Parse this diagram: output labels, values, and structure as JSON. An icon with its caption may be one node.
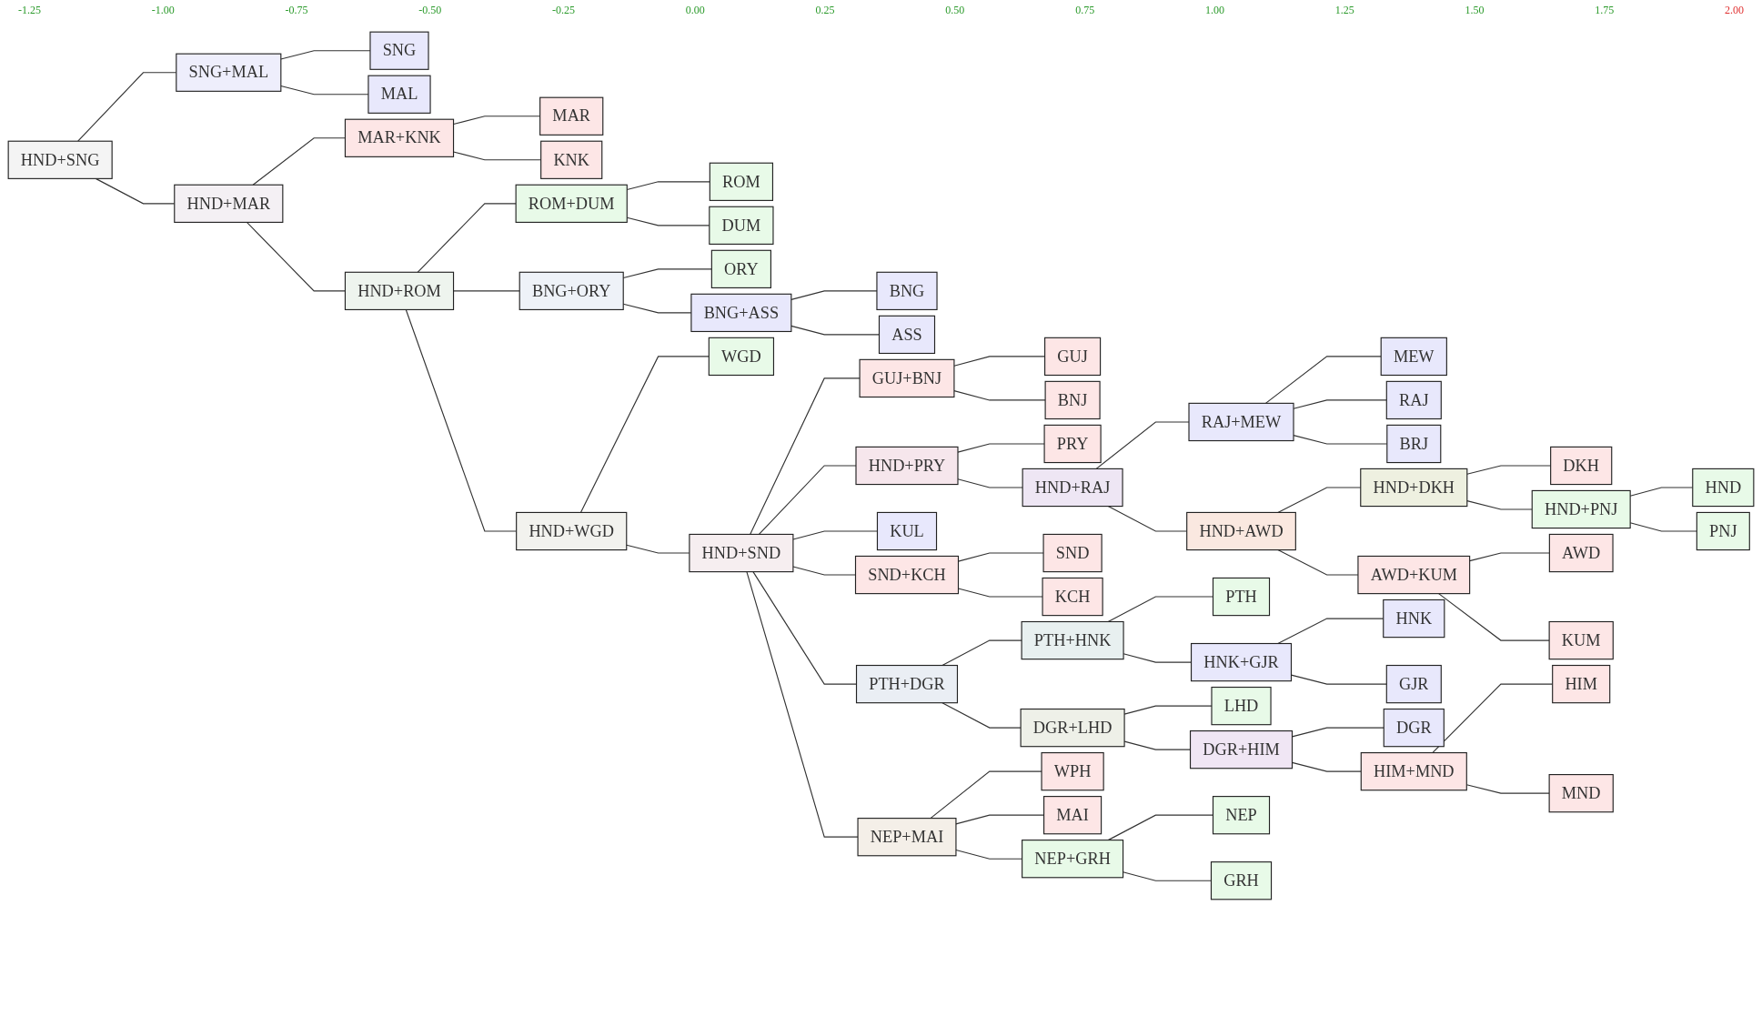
{
  "diagram": {
    "nodes": [
      {
        "text": [
          "HND+SNG"
        ]
      },
      {
        "text": [
          "SNG+MAL"
        ]
      },
      {
        "text": [
          "HND+MAR"
        ]
      },
      {
        "text": [
          "MAR+KNK"
        ]
      },
      {
        "text": [
          "HND+ROM"
        ]
      },
      {
        "text": [
          "ROM+DUM"
        ]
      },
      {
        "text": [
          "BNG+ORY"
        ]
      },
      {
        "text": [
          "BNG+ASS"
        ]
      },
      {
        "text": [
          "HND+WGD"
        ]
      },
      {
        "text": [
          "HND+SND"
        ]
      },
      {
        "text": [
          "GUJ+BNJ"
        ]
      },
      {
        "text": [
          "HND+PRY"
        ]
      },
      {
        "text": [
          "HND+RAJ"
        ]
      },
      {
        "text": [
          "RAJ+MEW"
        ]
      },
      {
        "text": [
          "HND+AWD"
        ]
      },
      {
        "text": [
          "HND+DKH"
        ]
      },
      {
        "text": [
          "HND+PNJ"
        ]
      },
      {
        "text": [
          "AWD+KUM"
        ]
      },
      {
        "text": [
          "SND+KCH"
        ]
      },
      {
        "text": [
          "PTH+DGR"
        ]
      },
      {
        "text": [
          "PTH+HNK"
        ]
      },
      {
        "text": [
          "HNK+GJR"
        ]
      },
      {
        "text": [
          "DGR+LHD"
        ]
      },
      {
        "text": [
          "DGR+HIM"
        ]
      },
      {
        "text": [
          "HIM+MND"
        ]
      },
      {
        "text": [
          "NEP+MAI"
        ]
      },
      {
        "text": [
          "NEP+GRH"
        ]
      },
      {
        "text": [
          "SNG"
        ]
      },
      {
        "text": [
          "MAL"
        ]
      },
      {
        "text": [
          "MAR"
        ]
      },
      {
        "text": [
          "KNK"
        ]
      },
      {
        "text": [
          "ROM"
        ]
      },
      {
        "text": [
          "DUM"
        ]
      },
      {
        "text": [
          "ORY"
        ]
      },
      {
        "text": [
          "BNG"
        ]
      },
      {
        "text": [
          "ASS"
        ]
      },
      {
        "text": [
          "WGD"
        ]
      },
      {
        "text": [
          "GUJ"
        ]
      },
      {
        "text": [
          "BNJ"
        ]
      },
      {
        "text": [
          "PRY"
        ]
      },
      {
        "text": [
          "MEW"
        ]
      },
      {
        "text": [
          "RAJ"
        ]
      },
      {
        "text": [
          "BRJ"
        ]
      },
      {
        "text": [
          "DKH"
        ]
      },
      {
        "text": [
          "HND"
        ]
      },
      {
        "text": [
          "PNJ"
        ]
      },
      {
        "text": [
          "AWD"
        ]
      },
      {
        "text": [
          "KUM"
        ]
      },
      {
        "text": [
          "KUL"
        ]
      },
      {
        "text": [
          "SND"
        ]
      },
      {
        "text": [
          "KCH"
        ]
      },
      {
        "text": [
          "PTH"
        ]
      },
      {
        "text": [
          "HNK"
        ]
      },
      {
        "text": [
          "GJR"
        ]
      },
      {
        "text": [
          "LHD"
        ]
      },
      {
        "text": [
          "DGR"
        ]
      },
      {
        "text": [
          "HIM"
        ]
      },
      {
        "text": [
          "MND"
        ]
      },
      {
        "text": [
          "WPH"
        ]
      },
      {
        "text": [
          "MAI"
        ]
      },
      {
        "text": [
          "NEP"
        ]
      },
      {
        "text": [
          "GRH"
        ]
      }
    ],
    "edges": [
      {
        "from": 0,
        "to": 1,
        "arrow": "none"
      },
      {
        "from": 0,
        "to": 2,
        "arrow": "none"
      },
      {
        "from": 1,
        "to": 27,
        "arrow": "none"
      },
      {
        "from": 1,
        "to": 28,
        "arrow": "none"
      },
      {
        "from": 2,
        "to": 3,
        "arrow": "none"
      },
      {
        "from": 2,
        "to": 4,
        "arrow": "none"
      },
      {
        "from": 3,
        "to": 29,
        "arrow": "none"
      },
      {
        "from": 3,
        "to": 30,
        "arrow": "none"
      },
      {
        "from": 4,
        "to": 5,
        "arrow": "none"
      },
      {
        "from": 4,
        "to": 6,
        "arrow": "none"
      },
      {
        "from": 4,
        "to": 8,
        "arrow": "none"
      },
      {
        "from": 5,
        "to": 31,
        "arrow": "none"
      },
      {
        "from": 5,
        "to": 32,
        "arrow": "none"
      },
      {
        "from": 6,
        "to": 33,
        "arrow": "none"
      },
      {
        "from": 6,
        "to": 7,
        "arrow": "none"
      },
      {
        "from": 7,
        "to": 34,
        "arrow": "none"
      },
      {
        "from": 7,
        "to": 35,
        "arrow": "none"
      },
      {
        "from": 8,
        "to": 36,
        "arrow": "none"
      },
      {
        "from": 8,
        "to": 9,
        "arrow": "none"
      },
      {
        "from": 9,
        "to": 10,
        "arrow": "none"
      },
      {
        "from": 9,
        "to": 11,
        "arrow": "none"
      },
      {
        "from": 9,
        "to": 48,
        "arrow": "none"
      },
      {
        "from": 9,
        "to": 18,
        "arrow": "none"
      },
      {
        "from": 9,
        "to": 19,
        "arrow": "none"
      },
      {
        "from": 9,
        "to": 25,
        "arrow": "none"
      },
      {
        "from": 10,
        "to": 37,
        "arrow": "none"
      },
      {
        "from": 10,
        "to": 38,
        "arrow": "none"
      },
      {
        "from": 11,
        "to": 39,
        "arrow": "none"
      },
      {
        "from": 11,
        "to": 12,
        "arrow": "none"
      },
      {
        "from": 12,
        "to": 13,
        "arrow": "none"
      },
      {
        "from": 12,
        "to": 14,
        "arrow": "none"
      },
      {
        "from": 13,
        "to": 40,
        "arrow": "none"
      },
      {
        "from": 13,
        "to": 41,
        "arrow": "none"
      },
      {
        "from": 13,
        "to": 42,
        "arrow": "none"
      },
      {
        "from": 14,
        "to": 15,
        "arrow": "none"
      },
      {
        "from": 14,
        "to": 17,
        "arrow": "none"
      },
      {
        "from": 15,
        "to": 43,
        "arrow": "none"
      },
      {
        "from": 15,
        "to": 16,
        "arrow": "none"
      },
      {
        "from": 16,
        "to": 44,
        "arrow": "none"
      },
      {
        "from": 16,
        "to": 45,
        "arrow": "none"
      },
      {
        "from": 17,
        "to": 46,
        "arrow": "none"
      },
      {
        "from": 17,
        "to": 47,
        "arrow": "none"
      },
      {
        "from": 18,
        "to": 49,
        "arrow": "none"
      },
      {
        "from": 18,
        "to": 50,
        "arrow": "none"
      },
      {
        "from": 19,
        "to": 20,
        "arrow": "none"
      },
      {
        "from": 19,
        "to": 22,
        "arrow": "none"
      },
      {
        "from": 20,
        "to": 51,
        "arrow": "none"
      },
      {
        "from": 20,
        "to": 21,
        "arrow": "none"
      },
      {
        "from": 21,
        "to": 52,
        "arrow": "none"
      },
      {
        "from": 21,
        "to": 53,
        "arrow": "none"
      },
      {
        "from": 22,
        "to": 54,
        "arrow": "none"
      },
      {
        "from": 22,
        "to": 23,
        "arrow": "none"
      },
      {
        "from": 23,
        "to": 55,
        "arrow": "none"
      },
      {
        "from": 23,
        "to": 24,
        "arrow": "none"
      },
      {
        "from": 24,
        "to": 56,
        "arrow": "none"
      },
      {
        "from": 24,
        "to": 57,
        "arrow": "none"
      },
      {
        "from": 25,
        "to": 58,
        "arrow": "none"
      },
      {
        "from": 25,
        "to": 59,
        "arrow": "none"
      },
      {
        "from": 25,
        "to": 26,
        "arrow": "none"
      },
      {
        "from": 26,
        "to": 60,
        "arrow": "none"
      },
      {
        "from": 26,
        "to": 61,
        "arrow": "none"
      }
    ],
    "labels": [
      "-1.25",
      "-1.00",
      "-0.75",
      "-0.50",
      "-0.25",
      "0.00",
      "0.25",
      "0.50",
      "0.75",
      "1.00",
      "1.25",
      "1.50",
      "1.75",
      "2.00"
    ]
  }
}
